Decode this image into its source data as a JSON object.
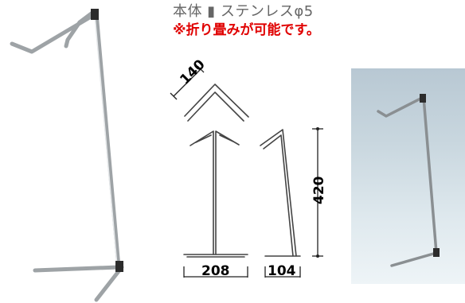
{
  "spec": {
    "material": "本体 ▮ ステンレスφ5",
    "note": "※折り畳みが可能です。"
  },
  "dimensions": {
    "fold_width": "140",
    "height": "420",
    "base_width": "208",
    "depth": "104"
  },
  "colors": {
    "note": "#e00000",
    "material_text": "#666666",
    "photo_bg": "#c9d7df"
  }
}
